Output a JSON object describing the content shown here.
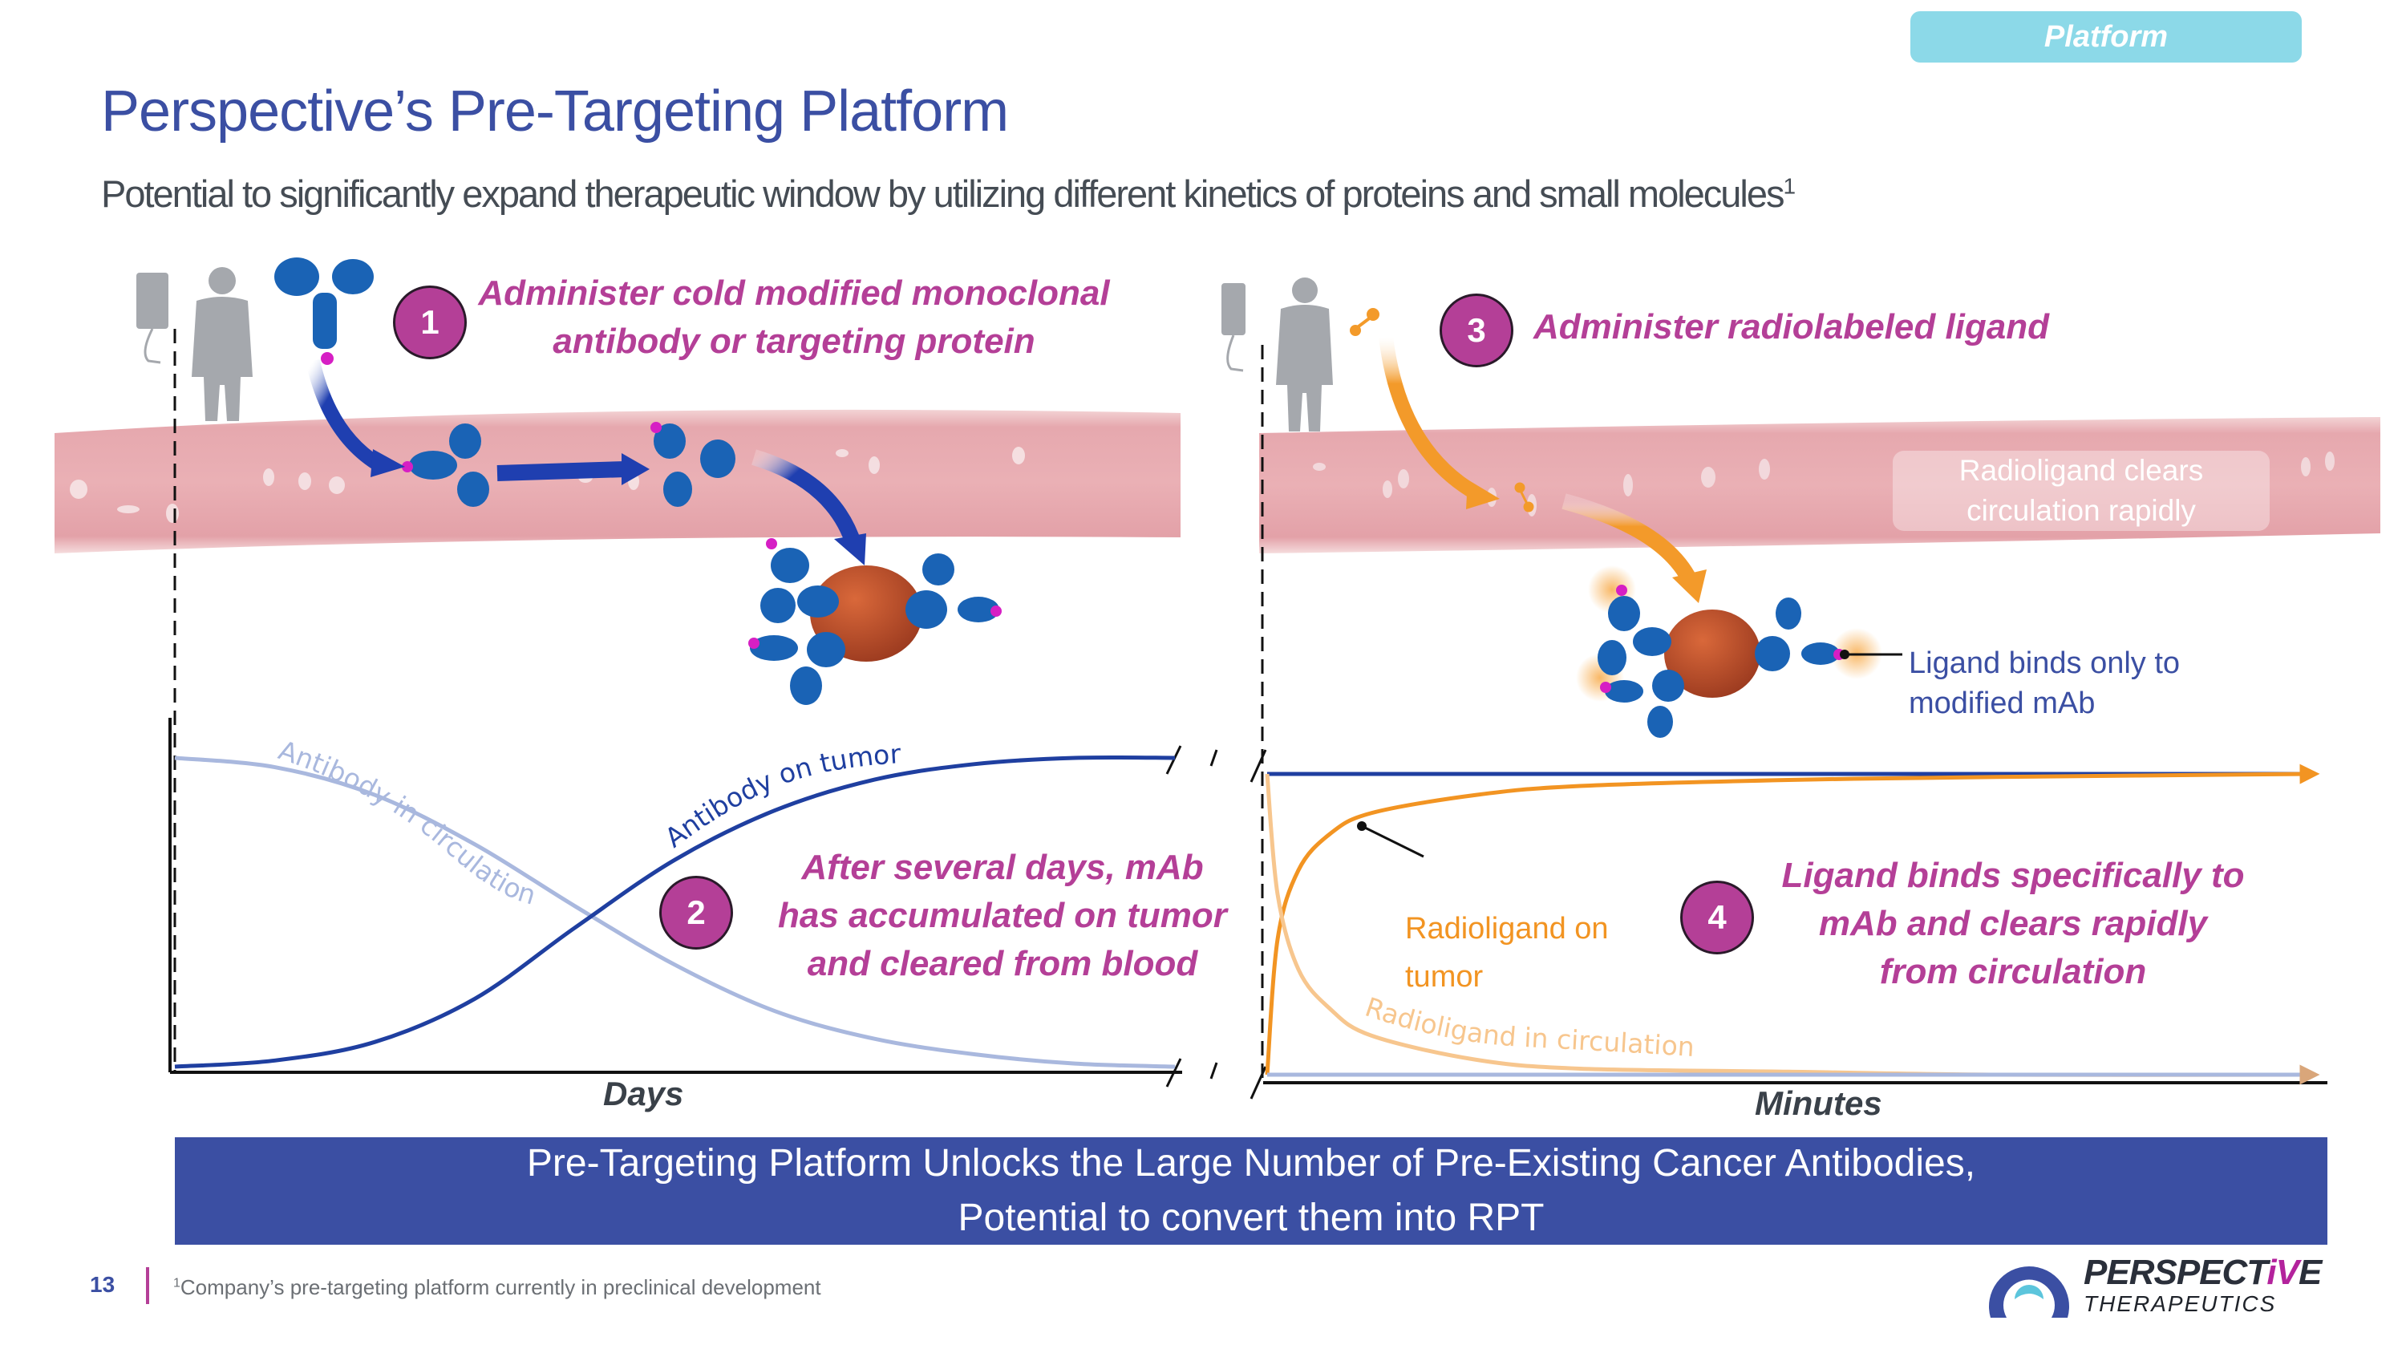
{
  "header": {
    "section_tag": "Platform",
    "title": "Perspective’s Pre-Targeting Platform",
    "subtitle": "Potential to significantly expand therapeutic window by utilizing different kinetics of proteins and small molecules",
    "subtitle_footnote_marker": "1"
  },
  "steps": [
    {
      "number": "1",
      "text_lines": [
        "Administer cold modified monoclonal",
        "antibody or targeting protein"
      ]
    },
    {
      "number": "2",
      "text_lines": [
        "After several days, mAb",
        "has accumulated on tumor",
        "and cleared from blood"
      ]
    },
    {
      "number": "3",
      "text_lines": [
        "Administer radiolabeled ligand"
      ]
    },
    {
      "number": "4",
      "text_lines": [
        "Ligand binds specifically to",
        "mAb and clears rapidly",
        "from circulation"
      ]
    }
  ],
  "annotations": {
    "vessel_label_lines": [
      "Radioligand clears",
      "circulation rapidly"
    ],
    "ligand_callout_lines": [
      "Ligand binds only to",
      "modified mAb"
    ],
    "radioligand_tumor_lines": [
      "Radioligand on",
      "tumor"
    ]
  },
  "icons": {
    "iv_bag": "iv-bag-icon",
    "patient": "person-silhouette-icon",
    "antibody": "antibody-icon",
    "ligand": "radioligand-molecule-icon",
    "tumor": "tumor-cell-icon"
  },
  "colors": {
    "brand_blue": "#3b4fa3",
    "accent_magenta": "#b43f97",
    "tag_cyan": "#8cd9e8",
    "antibody_tumor_line": "#1f3fa0",
    "antibody_circulation_line": "#a9b8de",
    "radioligand_tumor_line": "#f29422",
    "radioligand_circulation_line": "#f7c68e",
    "vessel_pink": "#e8a7ad"
  },
  "chart_data": [
    {
      "type": "line",
      "title": "",
      "xlabel": "Days",
      "ylabel": "",
      "x": [
        0,
        0.1,
        0.2,
        0.3,
        0.4,
        0.5,
        0.6,
        0.7,
        0.8,
        0.9,
        1.0
      ],
      "xlim": [
        0,
        1
      ],
      "ylim": [
        0,
        1
      ],
      "grid": false,
      "axis_break_at_end": true,
      "series": [
        {
          "name": "Antibody in circulation",
          "values": [
            1.0,
            0.97,
            0.88,
            0.72,
            0.52,
            0.33,
            0.18,
            0.09,
            0.04,
            0.01,
            0.0
          ]
        },
        {
          "name": "Antibody on tumor",
          "values": [
            0.0,
            0.02,
            0.08,
            0.22,
            0.45,
            0.67,
            0.83,
            0.93,
            0.98,
            1.0,
            1.0
          ]
        }
      ]
    },
    {
      "type": "line",
      "title": "",
      "xlabel": "Minutes",
      "ylabel": "",
      "x": [
        0,
        0.01,
        0.03,
        0.06,
        0.1,
        0.2,
        0.3,
        0.5,
        0.7,
        1.0
      ],
      "xlim": [
        0,
        1
      ],
      "ylim": [
        0,
        1
      ],
      "grid": false,
      "axis_break_at_start": true,
      "series": [
        {
          "name": "Antibody on tumor",
          "values": [
            1.0,
            1.0,
            1.0,
            1.0,
            1.0,
            1.0,
            1.0,
            1.0,
            1.0,
            1.0
          ]
        },
        {
          "name": "Radioligand on tumor",
          "values": [
            0.0,
            0.45,
            0.68,
            0.8,
            0.87,
            0.93,
            0.96,
            0.98,
            0.99,
            1.0
          ]
        },
        {
          "name": "Radioligand in circulation",
          "values": [
            1.0,
            0.6,
            0.35,
            0.22,
            0.13,
            0.05,
            0.02,
            0.01,
            0.0,
            0.0
          ]
        },
        {
          "name": "Antibody in circulation",
          "values": [
            0.0,
            0.0,
            0.0,
            0.0,
            0.0,
            0.0,
            0.0,
            0.0,
            0.0,
            0.0
          ]
        }
      ]
    }
  ],
  "banner": {
    "line1": "Pre-Targeting Platform Unlocks the Large Number of Pre-Existing Cancer Antibodies,",
    "line2": "Potential to convert them into RPT"
  },
  "footer": {
    "page_number": "13",
    "footnote_marker": "1",
    "footnote": "Company’s pre-targeting platform currently in preclinical development",
    "logo_word_main": "PERSPECT",
    "logo_word_accent": "iV",
    "logo_word_end": "E",
    "logo_sub": "THERAPEUTICS"
  }
}
